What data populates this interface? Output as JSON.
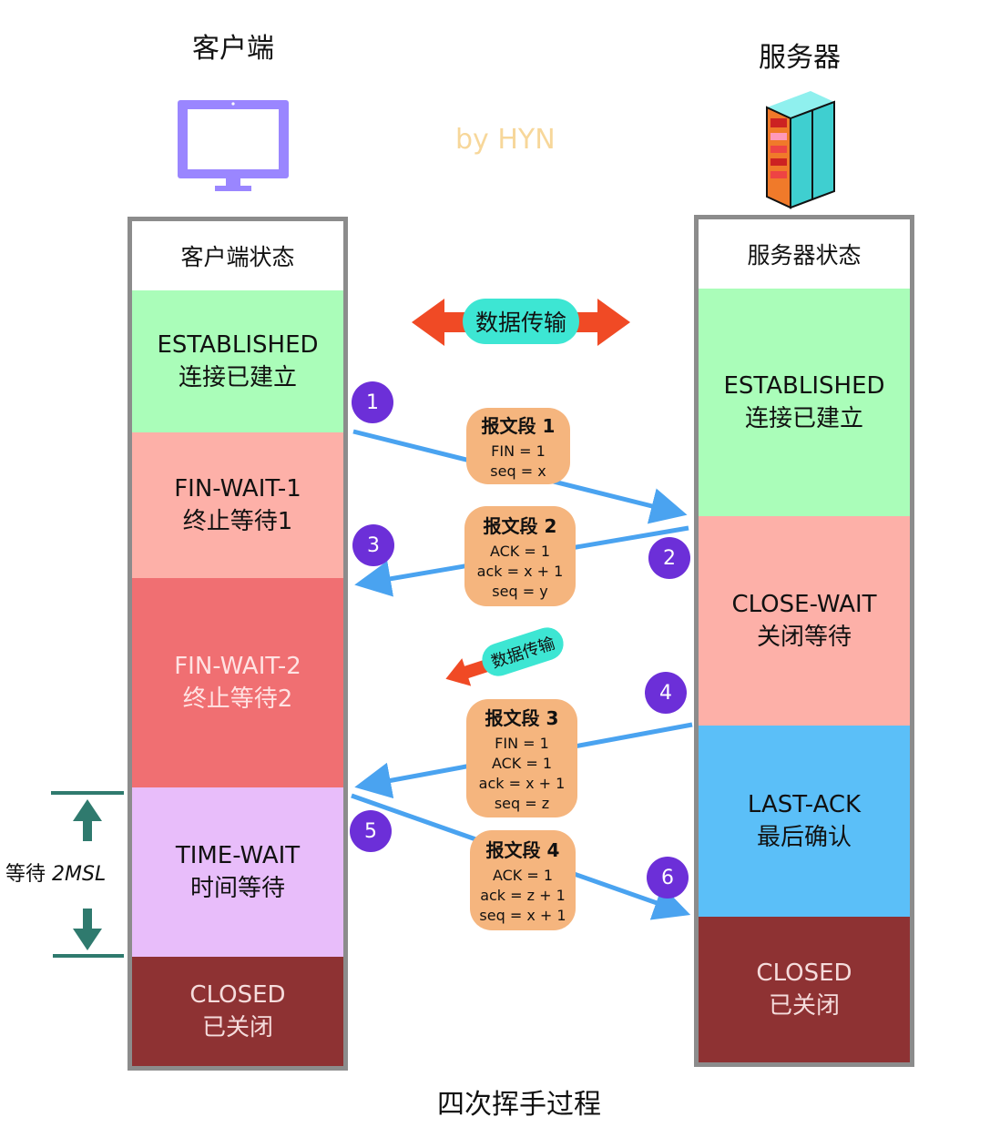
{
  "client": {
    "title": "客户端",
    "status_header": "客户端状态",
    "states": [
      {
        "en": "ESTABLISHED",
        "zh": "连接已建立"
      },
      {
        "en": "FIN-WAIT-1",
        "zh": "终止等待1"
      },
      {
        "en": "FIN-WAIT-2",
        "zh": "终止等待2"
      },
      {
        "en": "TIME-WAIT",
        "zh": "时间等待"
      },
      {
        "en": "CLOSED",
        "zh": "已关闭"
      }
    ]
  },
  "server": {
    "title": "服务器",
    "status_header": "服务器状态",
    "states": [
      {
        "en": "ESTABLISHED",
        "zh": "连接已建立"
      },
      {
        "en": "CLOSE-WAIT",
        "zh": "关闭等待"
      },
      {
        "en": "LAST-ACK",
        "zh": "最后确认"
      },
      {
        "en": "CLOSED",
        "zh": "已关闭"
      }
    ]
  },
  "watermark": "by HYN",
  "data_transfer": "数据传输",
  "data_transfer_small": "数据传输",
  "segments": [
    {
      "title": "报文段 1",
      "lines": [
        "FIN = 1",
        "seq = x"
      ]
    },
    {
      "title": "报文段 2",
      "lines": [
        "ACK = 1",
        "ack = x + 1",
        "seq = y"
      ]
    },
    {
      "title": "报文段 3",
      "lines": [
        "FIN = 1",
        "ACK = 1",
        "ack = x + 1",
        "seq = z"
      ]
    },
    {
      "title": "报文段 4",
      "lines": [
        "ACK = 1",
        "ack = z + 1",
        "seq = x + 1"
      ]
    }
  ],
  "steps": [
    "1",
    "2",
    "3",
    "4",
    "5",
    "6"
  ],
  "wait_label": {
    "zh": "等待",
    "value": "2MSL"
  },
  "caption": "四次挥手过程",
  "colors": {
    "established": "#aafdb9",
    "fin_wait_1": "#fdb0a8",
    "fin_wait_2": "#f06f72",
    "time_wait": "#e8bdfa",
    "closed": "#8e3233",
    "close_wait": "#fdb0a8",
    "last_ack": "#5bbff8",
    "arrow": "#4aa3f0",
    "badge": "#6c2fd8",
    "segment": "#f5b57e",
    "pill": "#3de6d3",
    "red_arrow": "#f04a25",
    "teal": "#2f7a6e",
    "watermark": "#f7d79a"
  }
}
